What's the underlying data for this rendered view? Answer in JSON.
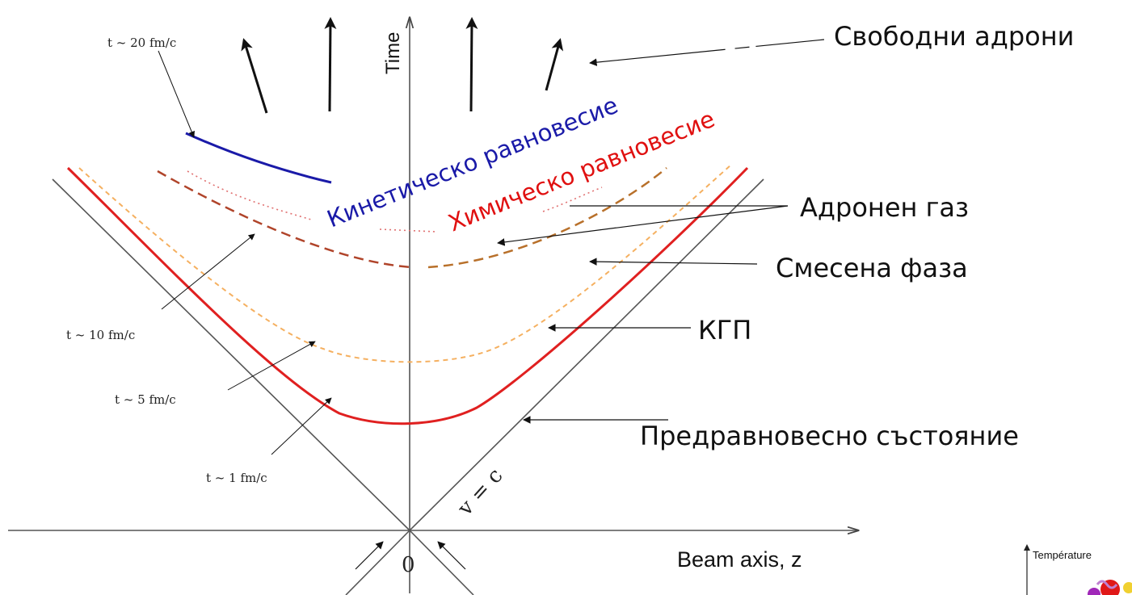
{
  "axes": {
    "time_label": "Time",
    "beam_label": "Beam axis, z",
    "origin_label": "0",
    "light_cone_label": "v = c"
  },
  "time_labels": [
    {
      "id": "t20",
      "text": "t ~ 20 fm/c"
    },
    {
      "id": "t10",
      "text": "t ~ 10 fm/c"
    },
    {
      "id": "t5",
      "text": "t ~ 5 fm/c"
    },
    {
      "id": "t1",
      "text": "t ~ 1 fm/c"
    }
  ],
  "stages": {
    "free_hadrons": "Свободни адрони",
    "kinetic_equilibrium": "Кинетическо равновесие",
    "chemical_equilibrium": "Химическо равновесие",
    "hadron_gas": "Адронен газ",
    "mixed_phase": "Смесена фаза",
    "qgp": "КГП",
    "pre_equilibrium": "Предравновесно състояние"
  },
  "inset": {
    "axis_label": "Température"
  },
  "colors": {
    "kinetic": "#1a1aa8",
    "chemical": "#e01010",
    "qgp_curve": "#e02020",
    "mixed_curve": "#f5b060",
    "hadron_curve": "#b0442a",
    "hadron_curve_right": "#b8702a",
    "freeze_dots": "#e07070",
    "axis": "#333333"
  }
}
